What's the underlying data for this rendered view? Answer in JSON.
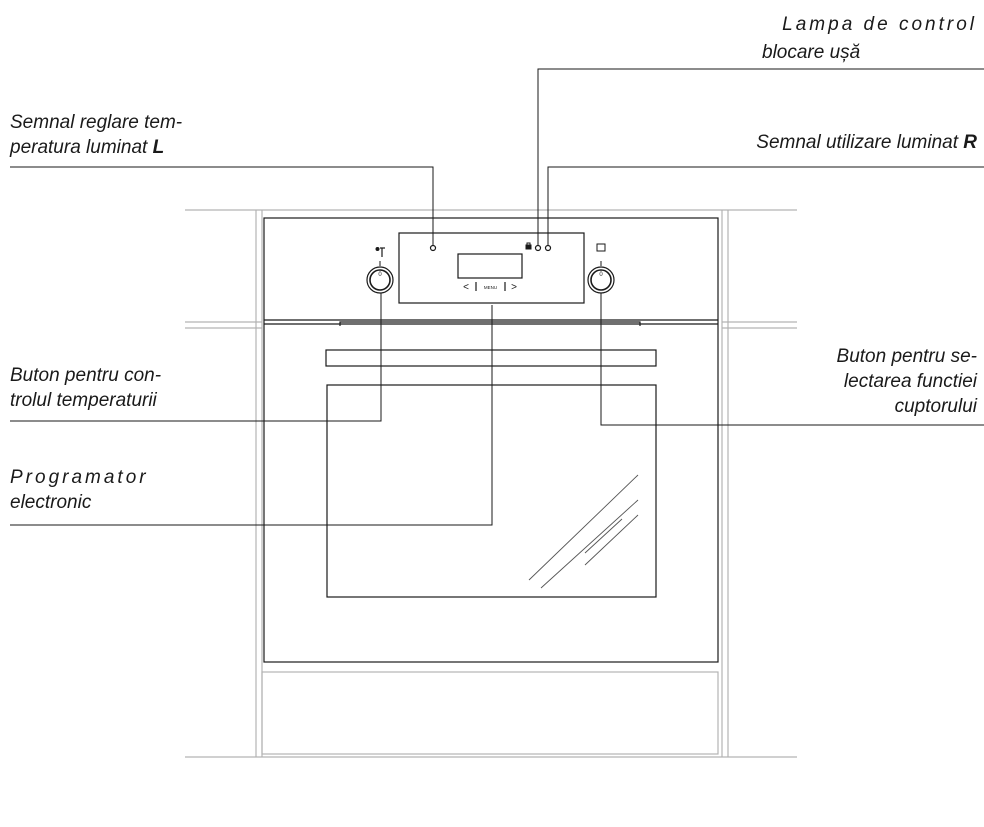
{
  "labels": {
    "temp_signal": {
      "line1": "Semnal reglare tem-",
      "line2_text": "peratura luminat ",
      "line2_bold": "L"
    },
    "door_lock_lamp": {
      "line1": "Lampa de control",
      "line2": "blocare ușă"
    },
    "use_signal": {
      "text": "Semnal utilizare luminat ",
      "bold": "R"
    },
    "temp_knob": {
      "line1": "Buton pentru con-",
      "line2": "trolul temperaturii"
    },
    "function_knob": {
      "line1": "Buton pentru se-",
      "line2": "lectarea functiei",
      "line3": "cuptorului"
    },
    "programmer": {
      "line1": "Programator",
      "line2": "electronic"
    }
  },
  "panel": {
    "left_arrow": "<",
    "menu": "MENU",
    "right_arrow": ">",
    "knob_mark": "0"
  },
  "icons": [
    "thermometer-icon",
    "oven-function-icon",
    "door-lock-icon"
  ]
}
